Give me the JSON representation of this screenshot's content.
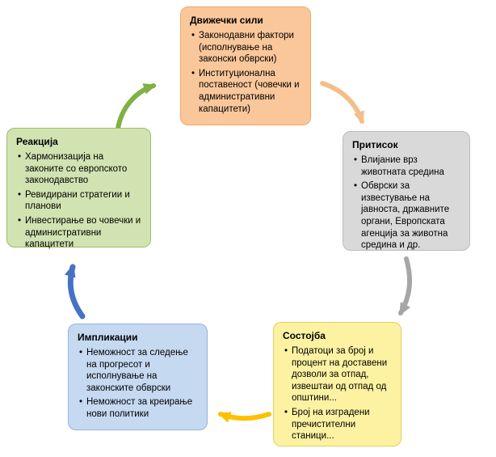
{
  "diagram": {
    "nodes": {
      "driving": {
        "title": "Движечки сили",
        "bullets": [
          "Законодавни фактори (исполнување на законски обврски)",
          "Институционална поставеност (човечки и административни капацитети)"
        ],
        "fill": "#FAC79B"
      },
      "pressure": {
        "title": "Притисок",
        "bullets": [
          "Влијание врз животната средина",
          "Обврски за известување на јавноста, државните органи, Европската агенција за животна средина и др."
        ],
        "fill": "#D9D9D9"
      },
      "state": {
        "title": "Состојба",
        "bullets": [
          "Податоци за број и процент на доставени дозволи за отпад, извештаи од отпад од општини...",
          "Број на изградени пречистителни станици..."
        ],
        "fill": "#FDF2A2"
      },
      "implications": {
        "title": "Импликации",
        "bullets": [
          "Неможност за следење на прогресот и исполнување на законските обврски",
          "Неможност за креирање нови политики"
        ],
        "fill": "#C5D9F1"
      },
      "response": {
        "title": "Реакција",
        "bullets": [
          "Хармонизација на законите со европското законодавство",
          "Ревидирани стратегии и планови",
          "Инвестирање во човечки и административни капацитети"
        ],
        "fill": "#D2E3B2"
      }
    },
    "arrows": {
      "response_to_driving": "#7FB143",
      "driving_to_pressure": "#F4BE8C",
      "pressure_to_state": "#A6A6A6",
      "state_to_implications": "#FFC000",
      "implications_to_response": "#4472C4"
    }
  }
}
